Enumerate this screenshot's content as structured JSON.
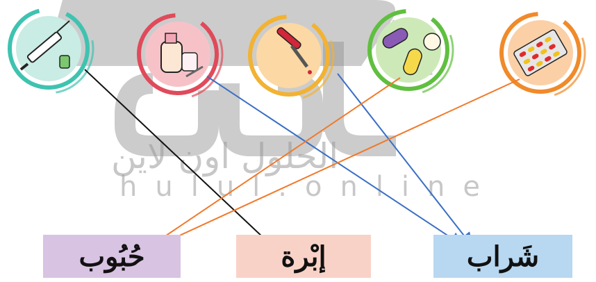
{
  "watermark": {
    "arabic": "الحلول اون لاين",
    "latin": "hulul.online"
  },
  "icons": [
    {
      "name": "syringe",
      "ring_color": "#3ec3b0",
      "fill": "#c9ece4"
    },
    {
      "name": "syrup-bottle",
      "ring_color": "#e04a5a",
      "fill": "#f6c2c8"
    },
    {
      "name": "dropper",
      "ring_color": "#f2b233",
      "fill": "#fbd8a4"
    },
    {
      "name": "pills",
      "ring_color": "#5fbf3f",
      "fill": "#cde9b8"
    },
    {
      "name": "blister-pack",
      "ring_color": "#f08a2a",
      "fill": "#fbd0a6"
    }
  ],
  "labels": {
    "hubub": "حُبُوب",
    "ibra": "إبْرة",
    "sharab": "شَراب"
  },
  "connections": [
    {
      "from": "syringe",
      "to": "ibra",
      "color": "#111111"
    },
    {
      "from": "syrup-bottle",
      "to": "sharab",
      "color": "#3a6fc4"
    },
    {
      "from": "dropper",
      "to": "sharab",
      "color": "#3a6fc4"
    },
    {
      "from": "pills",
      "to": "hubub",
      "color": "#f07a2a"
    },
    {
      "from": "blister-pack",
      "to": "hubub",
      "color": "#f07a2a"
    }
  ]
}
